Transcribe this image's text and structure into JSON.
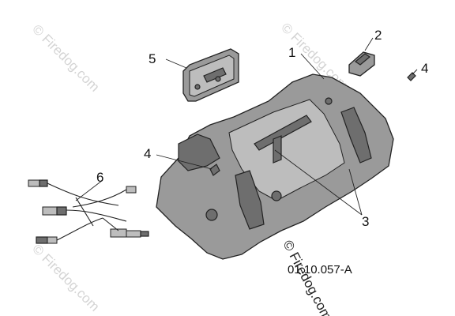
{
  "diagram": {
    "callouts": [
      {
        "id": "c1",
        "label": "1"
      },
      {
        "id": "c2",
        "label": "2"
      },
      {
        "id": "c3",
        "label": "3"
      },
      {
        "id": "c4a",
        "label": "4"
      },
      {
        "id": "c4b",
        "label": "4"
      },
      {
        "id": "c5",
        "label": "5"
      },
      {
        "id": "c6",
        "label": "6"
      }
    ],
    "drawing_code": "01.10.057-A",
    "watermark": "© Firedog.com",
    "colors": {
      "part_fill": "#9a9a9a",
      "outline": "#222222",
      "watermark": "#d4d4d4"
    }
  }
}
